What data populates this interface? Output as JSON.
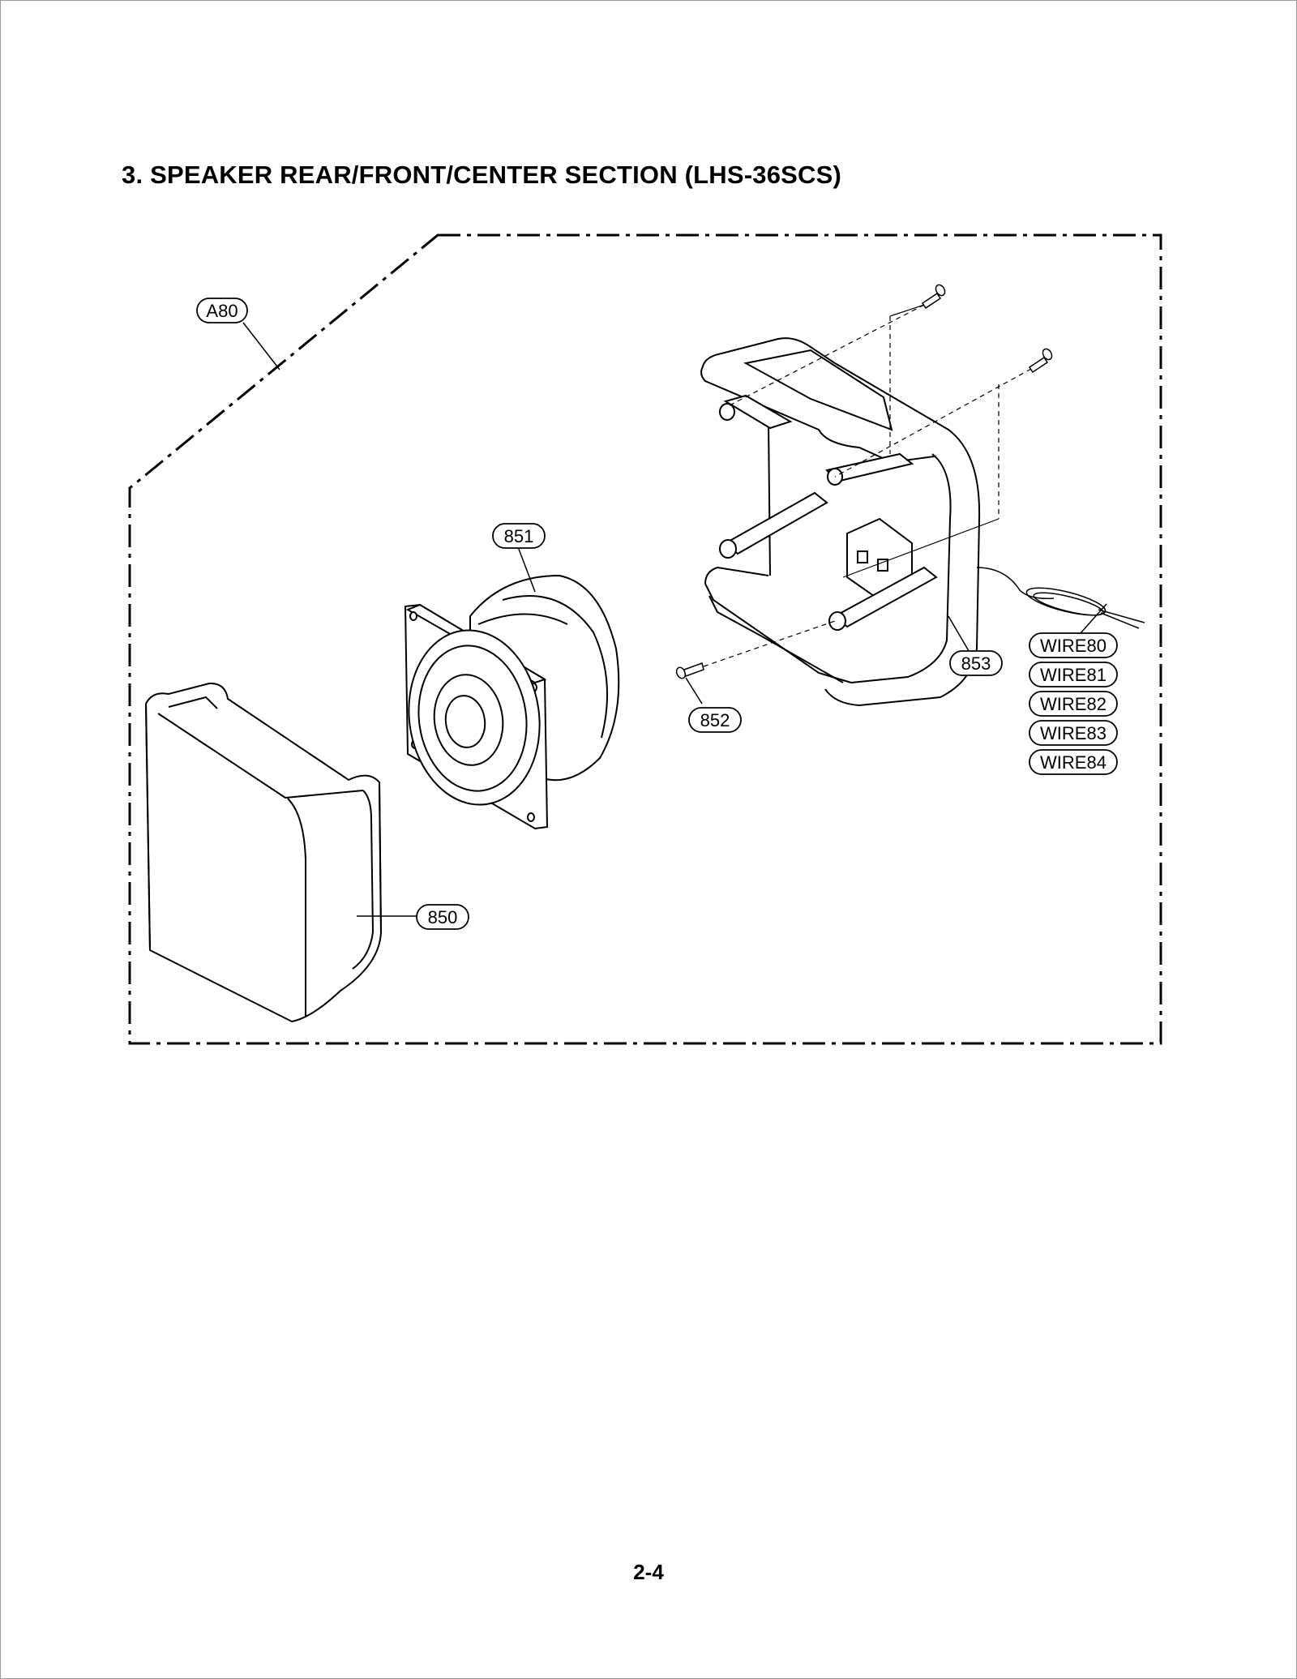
{
  "page": {
    "title": "3. SPEAKER REAR/FRONT/CENTER SECTION (LHS-36SCS)",
    "page_number": "2-4"
  },
  "callouts": {
    "a80": "A80",
    "p850": "850",
    "p851": "851",
    "p852": "852",
    "p853": "853",
    "wire80": "WIRE80",
    "wire81": "WIRE81",
    "wire82": "WIRE82",
    "wire83": "WIRE83",
    "wire84": "WIRE84"
  },
  "colors": {
    "line": "#000000",
    "paper": "#ffffff"
  }
}
